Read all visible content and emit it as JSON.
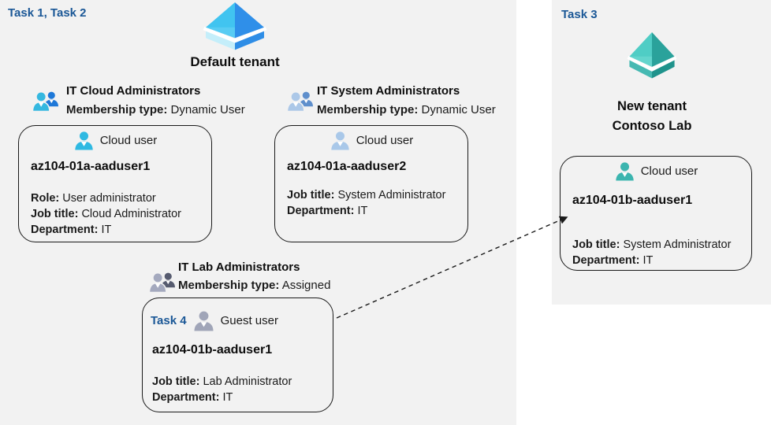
{
  "colors": {
    "task_label": "#1A5796",
    "panel_background": "#F2F2F2",
    "card_border": "#1A1A1A",
    "tenant_icon_blue_left": "#41C4F0",
    "tenant_icon_blue_right": "#2F8FE9",
    "tenant_icon_teal_left": "#4FCDC5",
    "tenant_icon_teal_right": "#2AA29B",
    "cloud_user_cyan": "#2FB9E2",
    "cloud_user_pale_blue": "#A9C8E9",
    "cloud_user_teal": "#3BB5AF",
    "guest_user_gray": "#A0A5B8"
  },
  "left_panel": {
    "task_label": "Task 1, Task 2",
    "tenant_name": "Default tenant",
    "groups": [
      {
        "name": "IT Cloud Administrators",
        "membership_label": "Membership type:",
        "membership_value": "Dynamic User"
      },
      {
        "name": "IT System Administrators",
        "membership_label": "Membership type:",
        "membership_value": "Dynamic User"
      },
      {
        "name": "IT Lab Administrators",
        "membership_label": "Membership type:",
        "membership_value": "Assigned"
      }
    ],
    "cards": [
      {
        "user_type_label": "Cloud user",
        "username": "az104-01a-aaduser1",
        "fields": [
          {
            "label": "Role:",
            "value": "User administrator"
          },
          {
            "label": "Job title:",
            "value": "Cloud Administrator"
          },
          {
            "label": "Department:",
            "value": "IT"
          }
        ]
      },
      {
        "user_type_label": "Cloud user",
        "username": "az104-01a-aaduser2",
        "fields": [
          {
            "label": "Job title:",
            "value": "System Administrator"
          },
          {
            "label": "Department:",
            "value": "IT"
          }
        ]
      },
      {
        "task_label": "Task 4",
        "user_type_label": "Guest user",
        "username": "az104-01b-aaduser1",
        "fields": [
          {
            "label": "Job title:",
            "value": "Lab Administrator"
          },
          {
            "label": "Department:",
            "value": "IT"
          }
        ]
      }
    ]
  },
  "right_panel": {
    "task_label": "Task 3",
    "tenant_name_line1": "New tenant",
    "tenant_name_line2": "Contoso Lab",
    "card": {
      "user_type_label": "Cloud user",
      "username": "az104-01b-aaduser1",
      "fields": [
        {
          "label": "Job title:",
          "value": "System Administrator"
        },
        {
          "label": "Department:",
          "value": "IT"
        }
      ]
    }
  }
}
